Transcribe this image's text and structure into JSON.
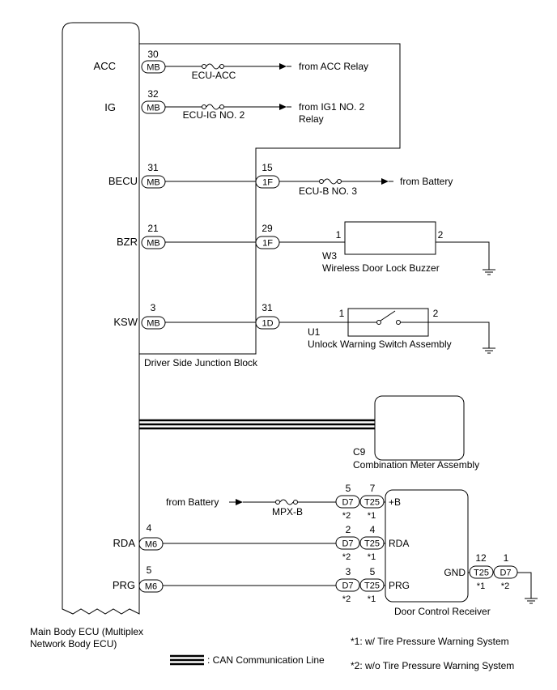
{
  "ecu": {
    "label_line1": "Main Body ECU (Multiplex",
    "label_line2": "Network Body ECU)"
  },
  "junction_block": {
    "label": "Driver Side Junction Block"
  },
  "ecu_terminals": [
    {
      "name": "ACC",
      "pin": "30",
      "connector": "MB"
    },
    {
      "name": "IG",
      "pin": "32",
      "connector": "MB"
    },
    {
      "name": "BECU",
      "pin": "31",
      "connector": "MB"
    },
    {
      "name": "BZR",
      "pin": "21",
      "connector": "MB"
    },
    {
      "name": "KSW",
      "pin": "3",
      "connector": "MB"
    },
    {
      "name": "RDA",
      "pin": "4",
      "connector": "M6"
    },
    {
      "name": "PRG",
      "pin": "5",
      "connector": "M6"
    }
  ],
  "fuses": {
    "acc": "ECU-ACC",
    "ig": "ECU-IG NO. 2",
    "ecub": "ECU-B NO. 3",
    "mpxb": "MPX-B"
  },
  "sources": {
    "acc": "from ACC Relay",
    "ig_line1": "from IG1 NO. 2",
    "ig_line2": "Relay",
    "battery1": "from Battery",
    "battery2": "from Battery"
  },
  "jb_connectors": [
    {
      "pin": "15",
      "connector": "1F"
    },
    {
      "pin": "29",
      "connector": "1F"
    },
    {
      "pin": "31",
      "connector": "1D"
    }
  ],
  "buzzer": {
    "pin_in": "1",
    "pin_out": "2",
    "code": "W3",
    "name": "Wireless Door Lock Buzzer"
  },
  "switch": {
    "pin_in": "1",
    "pin_out": "2",
    "code": "U1",
    "name": "Unlock Warning Switch Assembly"
  },
  "meter": {
    "code": "C9",
    "name": "Combination Meter Assembly"
  },
  "receiver": {
    "name": "Door Control Receiver",
    "terminals": {
      "b": "+B",
      "rda": "RDA",
      "prg": "PRG",
      "gnd": "GND"
    },
    "rows": [
      {
        "pin_d7": "5",
        "pin_t25": "7"
      },
      {
        "pin_d7": "2",
        "pin_t25": "4"
      },
      {
        "pin_d7": "3",
        "pin_t25": "5"
      }
    ],
    "gnd": {
      "pin_t25": "12",
      "pin_d7": "1"
    },
    "conn_d7": "D7",
    "conn_t25": "T25",
    "note_d7": "*2",
    "note_t25": "*1"
  },
  "legend": {
    "can_label": ": CAN Communication Line",
    "note1": "*1: w/ Tire Pressure Warning System",
    "note2": "*2: w/o Tire Pressure Warning System"
  }
}
